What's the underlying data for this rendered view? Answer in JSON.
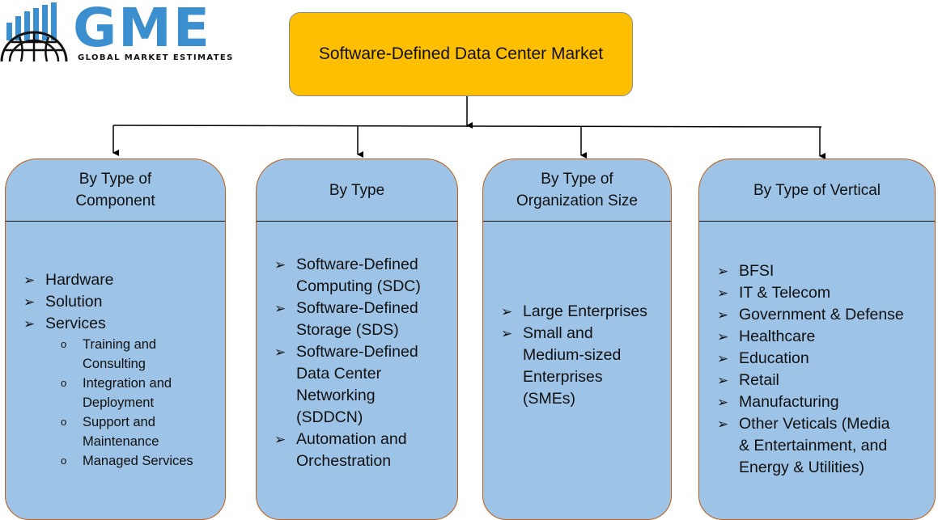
{
  "logo": {
    "wordmark": "GME",
    "tagline": "GLOBAL MARKET ESTIMATES",
    "brand_color": "#3b8fcf"
  },
  "root": {
    "title": "Software-Defined Data Center Market",
    "color": "#fdbf00"
  },
  "categories": [
    {
      "heading": "By Type of\nComponent",
      "items": [
        {
          "text": "Hardware"
        },
        {
          "text": "Solution"
        },
        {
          "text": "Services",
          "sub": [
            "Training and\nConsulting",
            "Integration and\nDeployment",
            "Support and\nMaintenance",
            "Managed Services"
          ]
        }
      ]
    },
    {
      "heading": "By Type",
      "items": [
        {
          "text": "Software-Defined\nComputing (SDC)"
        },
        {
          "text": "Software-Defined\nStorage (SDS)"
        },
        {
          "text": "Software-Defined\nData Center\nNetworking\n(SDDCN)"
        },
        {
          "text": "Automation and\nOrchestration"
        }
      ]
    },
    {
      "heading": "By Type of\nOrganization Size",
      "items": [
        {
          "text": "Large Enterprises"
        },
        {
          "text": "Small and\nMedium-sized\nEnterprises\n(SMEs)"
        }
      ]
    },
    {
      "heading": "By Type of Vertical",
      "items": [
        {
          "text": "BFSI"
        },
        {
          "text": "IT & Telecom"
        },
        {
          "text": "Government & Defense"
        },
        {
          "text": "Healthcare"
        },
        {
          "text": "Education"
        },
        {
          "text": "Retail"
        },
        {
          "text": "Manufacturing"
        },
        {
          "text": "Other Veticals (Media\n& Entertainment, and\nEnergy & Utilities)"
        }
      ]
    }
  ],
  "icons": {
    "item_marker": "arrowhead-bullet-icon",
    "sub_marker": "hollow-circle-bullet-icon",
    "logo_mark": "globe-bar-chart-icon"
  },
  "colors": {
    "card_fill": "#9dc3e6",
    "card_border": "#c55a11"
  }
}
